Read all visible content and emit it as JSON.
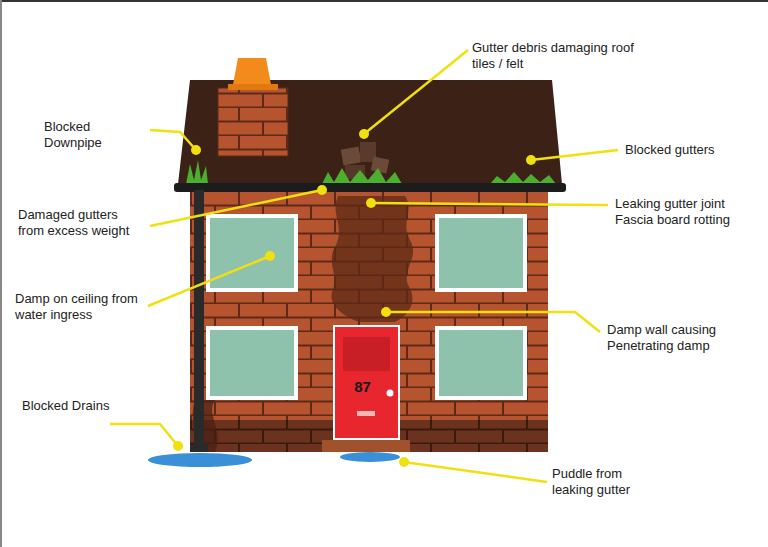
{
  "diagram": {
    "nodes": [
      {
        "text": [
          "87"
        ]
      }
    ],
    "labels": [
      "Blocked Downpipe",
      "Gutter debris damaging roof tiles / felt",
      "Blocked gutters",
      "Damaged gutters from excess weight",
      "Leaking gutter joint Fascia board rotting",
      "Damp on ceiling from water ingress",
      "Damp wall causing Penetrating damp",
      "Blocked Drains",
      "Puddle from leaking gutter"
    ]
  }
}
